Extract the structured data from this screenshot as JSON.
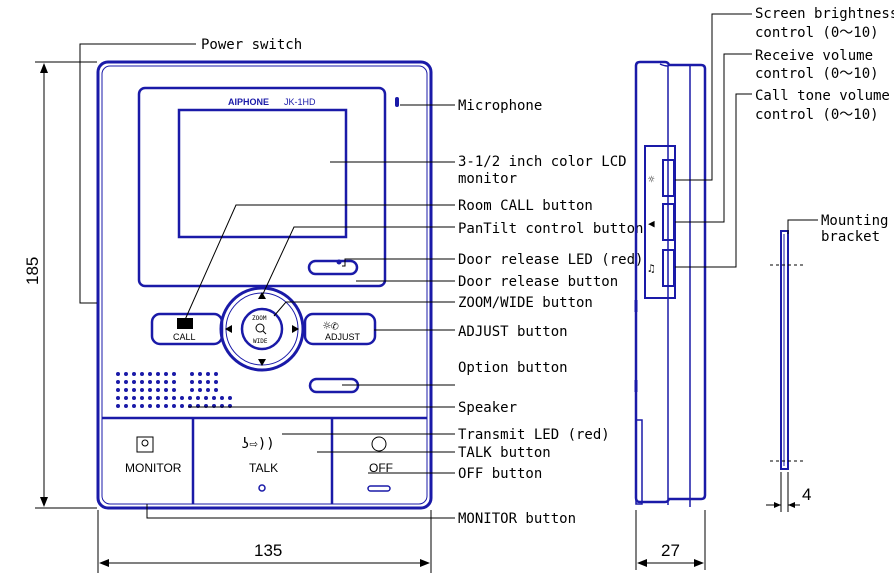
{
  "labels": {
    "power_switch": "Power switch",
    "microphone": "Microphone",
    "lcd_1": "3-1/2 inch color LCD",
    "lcd_2": "monitor",
    "room_call": "Room CALL button",
    "pantilt": "PanTilt control button",
    "door_led": "Door release LED (red)",
    "door_btn": "Door release button",
    "zoom": "ZOOM/WIDE button",
    "adjust": "ADJUST button",
    "option": "Option button",
    "speaker": "Speaker",
    "transmit_led": "Transmit LED (red)",
    "talk_btn": "TALK button",
    "off_btn": "OFF button",
    "monitor_btn": "MONITOR button",
    "brightness_1": "Screen brightness",
    "brightness_2": "control (0～10)",
    "receive_1": "Receive volume",
    "receive_2": "control (0～10)",
    "calltone_1": "Call tone volume",
    "calltone_2": "control (0～10)",
    "mounting_1": "Mounting",
    "mounting_2": "bracket"
  },
  "device": {
    "brand": "AIPHONE",
    "model": "JK-1HD",
    "call_label": "CALL",
    "adjust_label": "ADJUST",
    "zoom_label": "ZOOM",
    "wide_label": "WIDE",
    "monitor_label": "MONITOR",
    "talk_label": "TALK",
    "off_label": "OFF"
  },
  "dimensions": {
    "height": "185",
    "width": "135",
    "depth": "27",
    "bracket": "4"
  }
}
